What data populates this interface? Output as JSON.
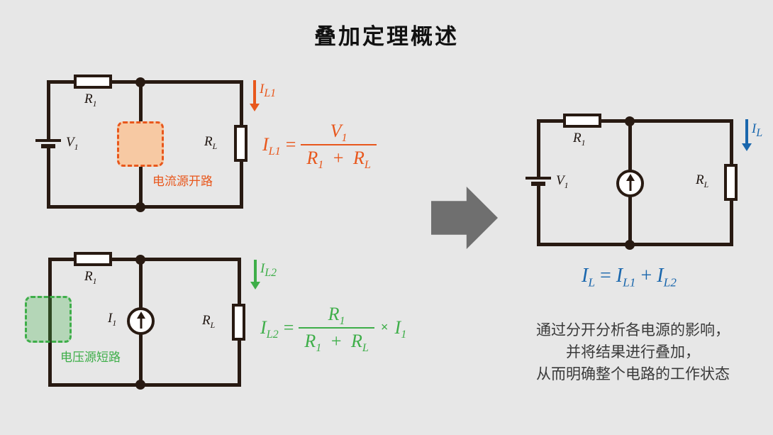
{
  "title": "叠加定理概述",
  "colors": {
    "background": "#e7e7e7",
    "wire": "#281a12",
    "orange_accent": "#e8571c",
    "orange_box_fill": "#f7c9a3",
    "green_accent": "#3eae49",
    "blue_accent": "#1a67ad",
    "gray_arrow": "#6f6f6f"
  },
  "icons": {
    "flow_arrow": "down-arrow",
    "transform_arrow": "right-block-arrow",
    "current_source": "circle-with-up-arrow",
    "voltage_source": "battery-plates"
  },
  "circuit_a": {
    "r1_base": "R",
    "r1_sub": "1",
    "v1_base": "V",
    "v1_sub": "1",
    "rl_base": "R",
    "rl_sub": "L",
    "note": "电流源开路",
    "arrow_base": "I",
    "arrow_sub": "L1"
  },
  "formula_orange": {
    "lhs_base": "I",
    "lhs_sub": "L1",
    "eq": "=",
    "num_base": "V",
    "num_sub": "1",
    "den1_base": "R",
    "den1_sub": "1",
    "plus": "+",
    "den2_base": "R",
    "den2_sub": "L"
  },
  "circuit_b": {
    "r1_base": "R",
    "r1_sub": "1",
    "i1_base": "I",
    "i1_sub": "1",
    "rl_base": "R",
    "rl_sub": "L",
    "note": "电压源短路",
    "arrow_base": "I",
    "arrow_sub": "L2"
  },
  "formula_green": {
    "lhs_base": "I",
    "lhs_sub": "L2",
    "eq": "=",
    "num_base": "R",
    "num_sub": "1",
    "den1_base": "R",
    "den1_sub": "1",
    "plus": "+",
    "den2_base": "R",
    "den2_sub": "L",
    "times": "×",
    "i1_base": "I",
    "i1_sub": "1"
  },
  "circuit_c": {
    "r1_base": "R",
    "r1_sub": "1",
    "v1_base": "V",
    "v1_sub": "1",
    "rl_base": "R",
    "rl_sub": "L",
    "arrow_base": "I",
    "arrow_sub": "L"
  },
  "formula_blue": {
    "lhs_base": "I",
    "lhs_sub": "L",
    "eq": "=",
    "t1_base": "I",
    "t1_sub": "L1",
    "plus": "+",
    "t2_base": "I",
    "t2_sub": "L2"
  },
  "description": {
    "lines": [
      "通过分开分析各电源的影响，",
      "并将结果进行叠加，",
      "从而明确整个电路的工作状态"
    ]
  }
}
